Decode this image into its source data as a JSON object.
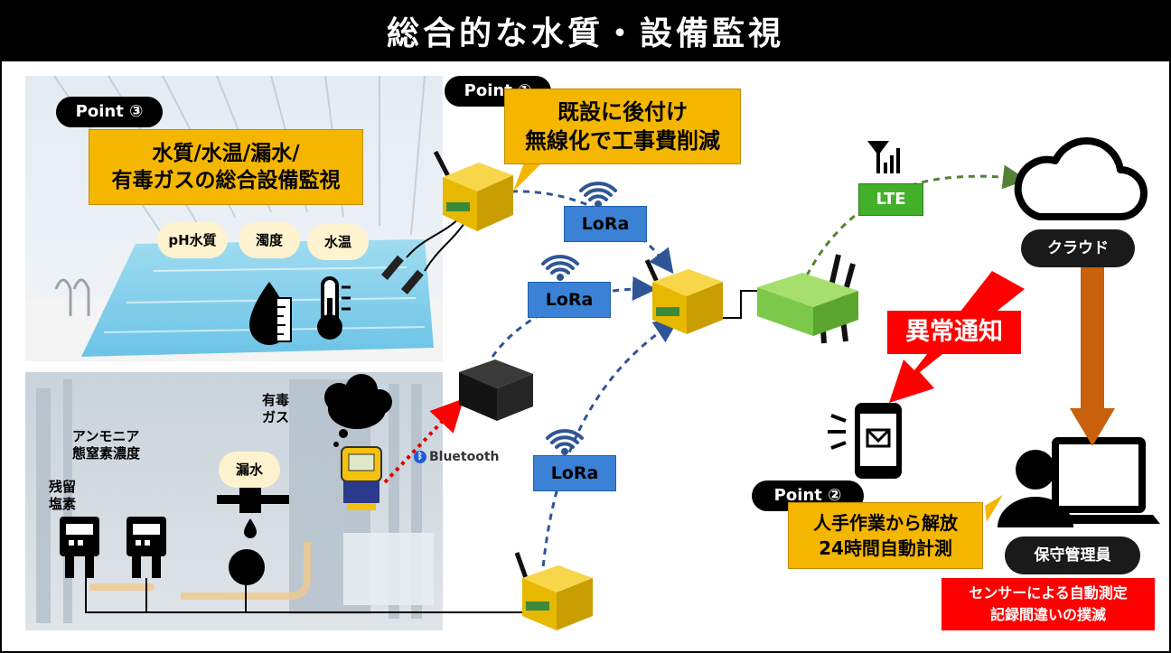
{
  "title": "総合的な水質・設備監視",
  "points": {
    "p1": {
      "tag": "Point ①",
      "lines": [
        "既設に後付け",
        "無線化で工事費削減"
      ]
    },
    "p2": {
      "tag": "Point ②",
      "lines": [
        "人手作業から解放",
        "24時間自動計測"
      ]
    },
    "p3": {
      "tag": "Point ③",
      "lines": [
        "水質/水温/漏水/",
        "有毒ガスの総合設備監視"
      ]
    }
  },
  "pool_bubbles": [
    "pH水質",
    "濁度",
    "水温"
  ],
  "plant_labels": {
    "gas": [
      "有毒",
      "ガス"
    ],
    "ammonia": [
      "アンモニア",
      "態窒素濃度"
    ],
    "leak": "漏水",
    "chlorine": [
      "残留",
      "塩素"
    ]
  },
  "lora_labels": [
    "LoRa",
    "LoRa",
    "LoRa"
  ],
  "bluetooth": "Bluetooth",
  "lte": "LTE",
  "cloud": "クラウド",
  "alert": "異常通知",
  "staff": "保守管理員",
  "benefit": [
    "センサーによる自動測定",
    "記録間違いの撲滅"
  ],
  "colors": {
    "title_bg": "#000000",
    "callout": "#f5b600",
    "bubble": "#fff3cf",
    "lora": "#3b82d6",
    "lte": "#43b02a",
    "device": "#f2c500",
    "gateway": "#7bc84a",
    "alert": "#ff0000",
    "staff_arrow": "#c8600c",
    "link_blue": "#2f5597",
    "link_green": "#548235"
  }
}
